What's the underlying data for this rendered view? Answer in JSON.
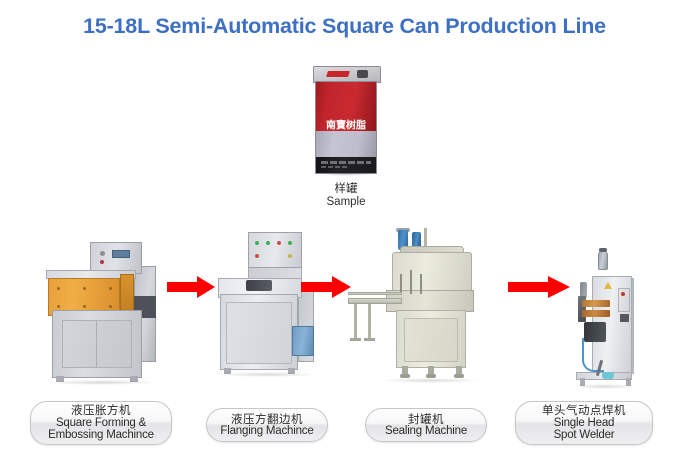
{
  "page": {
    "title": "15-18L Semi-Automatic Square Can Production Line",
    "title_color": "#3d6fc4",
    "background": "#ffffff",
    "arrow_color": "#ff0000"
  },
  "sample": {
    "brand_text": "南寶树脂",
    "caption_cn": "样罐",
    "caption_en": "Sample",
    "colors": {
      "can_red": "#c1262c",
      "can_gray": "#b9b9c6",
      "can_dark": "#1a1a1e",
      "lid": "#c9c9cd",
      "handle_red": "#c9252c"
    }
  },
  "stations": [
    {
      "id": "square-forming",
      "label_cn": "液压胀方机",
      "label_en": "Square Forming & Embossing Machince",
      "label_en_line1": "Square Forming &",
      "label_en_line2": "Embossing Machince",
      "accent_color": "#e8a13a"
    },
    {
      "id": "flanging",
      "label_cn": "液压方翻边机",
      "label_en": "Flanging Machince",
      "accent_color": "#6d9dc4"
    },
    {
      "id": "sealing",
      "label_cn": "封罐机",
      "label_en": "Sealing Machine",
      "accent_color": "#2f6fa8"
    },
    {
      "id": "spot-welder",
      "label_cn": "单头气动点焊机",
      "label_en": "Single Head Spot Welder",
      "label_en_line1": "Single Head",
      "label_en_line2": "Spot Welder",
      "accent_color": "#b5702e"
    }
  ],
  "arrows": [
    {
      "id": "arrow-1",
      "from": "square-forming",
      "to": "flanging"
    },
    {
      "id": "arrow-2",
      "from": "flanging",
      "to": "sealing"
    },
    {
      "id": "arrow-3",
      "from": "sealing",
      "to": "spot-welder"
    }
  ]
}
